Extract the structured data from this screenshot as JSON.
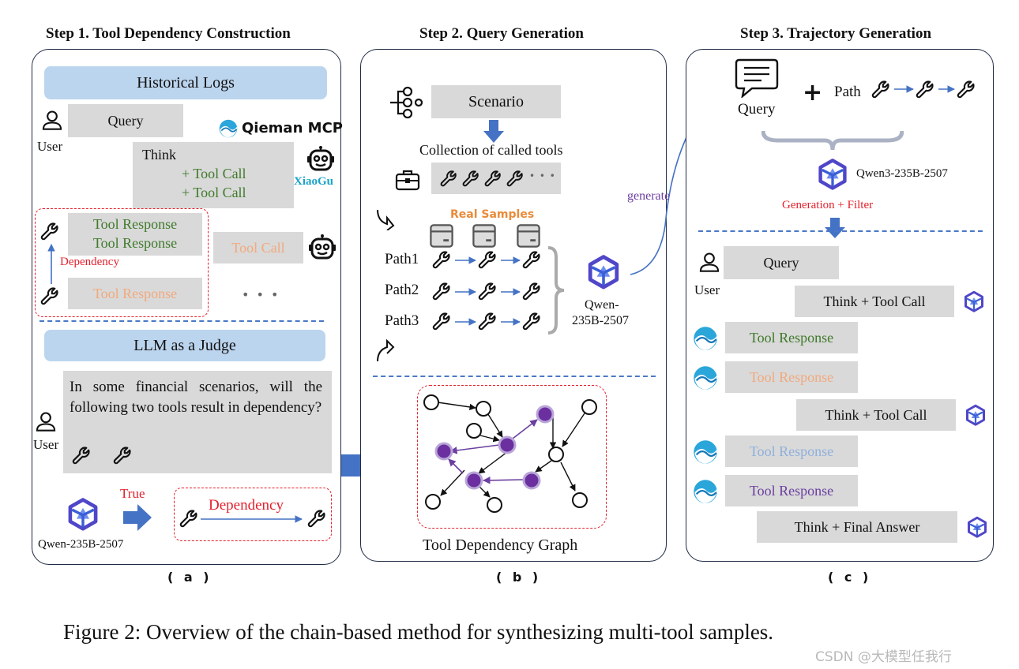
{
  "steps": {
    "a": {
      "title": "Step 1. Tool Dependency Construction",
      "historical_logs": "Historical Logs",
      "query": "Query",
      "user": "User",
      "brand": "Qieman MCP",
      "bot_name": "XiaoGu",
      "think": "Think",
      "tool_call_1": "+ Tool Call",
      "tool_call_2": "+ Tool Call",
      "tool_response_1": "Tool Response",
      "tool_response_2": "Tool Response",
      "dependency_small": "Dependency",
      "tool_response_3": "Tool Response",
      "tool_call_right": "Tool Call",
      "ellipsis": "• • •",
      "judge": "LLM as a Judge",
      "question": "In some financial scenarios, will the following two tools result in dependency?",
      "user2": "User",
      "true_label": "True",
      "dependency_label": "Dependency",
      "model": "Qwen-235B-2507",
      "sub": "( a )"
    },
    "b": {
      "title": "Step 2. Query Generation",
      "scenario": "Scenario",
      "collection": "Collection of called tools",
      "ellipsis": "• • •",
      "real_samples": "Real Samples",
      "path1": "Path1",
      "path2": "Path2",
      "path3": "Path3",
      "model_line1": "Qwen-",
      "model_line2": "235B-2507",
      "generate": "generate",
      "graph_label": "Tool Dependency Graph",
      "sub": "( b )"
    },
    "c": {
      "title": "Step 3. Trajectory Generation",
      "query_top": "Query",
      "plus": "+",
      "path": "Path",
      "model": "Qwen3-235B-2507",
      "gen_filter": "Generation + Filter",
      "query": "Query",
      "user": "User",
      "think_call_1": "Think + Tool Call",
      "resp_1": "Tool Response",
      "resp_2": "Tool Response",
      "think_call_2": "Think + Tool Call",
      "resp_3": "Tool Response",
      "resp_4": "Tool Response",
      "final": "Think + Final Answer",
      "sub": "( c )"
    }
  },
  "caption": "Figure 2: Overview of the chain-based method for synthesizing multi-tool samples.",
  "watermark": "CSDN @大模型任我行",
  "colors": {
    "blue_bar": "#bcd5ee",
    "gray_box": "#d9d9d9",
    "red": "#e3212d",
    "green": "#3f7a2a",
    "peach": "#f2a97d",
    "light_blue": "#8fb0dc",
    "purple": "#6b3fa0",
    "arrow_blue": "#4472c4",
    "cyan": "#1aa3c8"
  },
  "icons": [
    "user-icon",
    "robot-icon",
    "wrench-icon",
    "flow-icon",
    "briefcase-icon",
    "doc-icon",
    "chat-icon",
    "qwen-icon",
    "qieman-icon",
    "brace-icon"
  ]
}
